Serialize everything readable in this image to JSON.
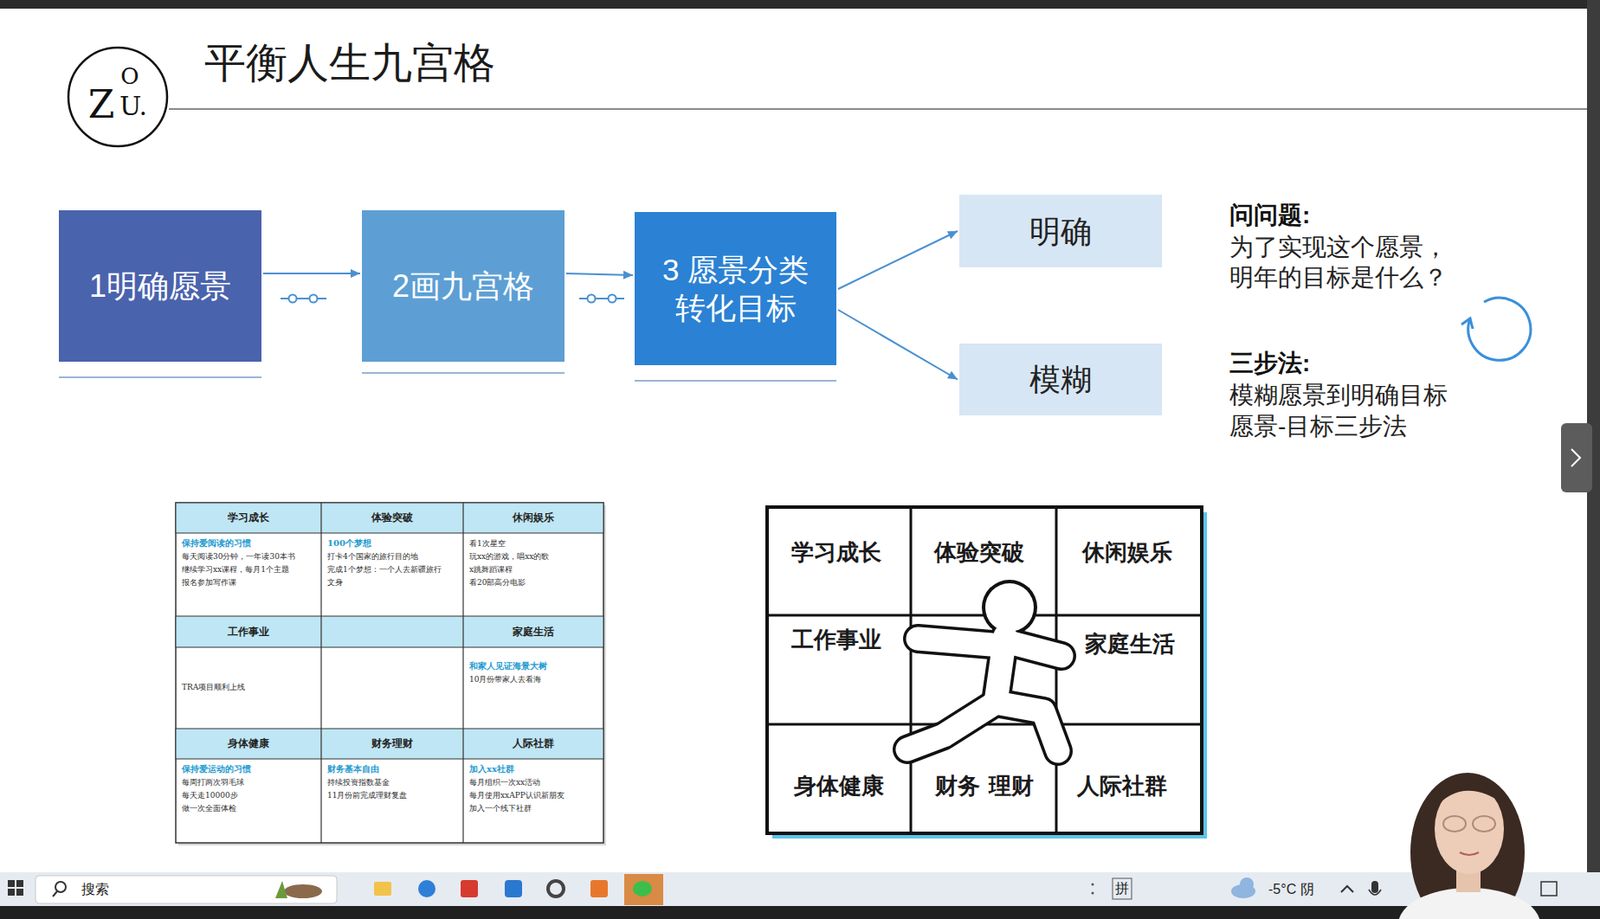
{
  "diagram": {
    "title": "平衡人生九宫格",
    "nodes": [
      {
        "text": [
          "1明确愿景"
        ]
      },
      {
        "text": [
          "2画九宫格"
        ]
      },
      {
        "text": [
          "3 愿景分类 转化目标"
        ]
      },
      {
        "text": [
          "明确"
        ]
      },
      {
        "text": [
          "模糊"
        ]
      }
    ],
    "edges": [
      {
        "from": 0,
        "to": 1,
        "arrow": "to"
      },
      {
        "from": 1,
        "to": 2,
        "arrow": "to"
      },
      {
        "from": 2,
        "to": 3,
        "arrow": "to"
      },
      {
        "from": 2,
        "to": 4,
        "arrow": "to"
      }
    ],
    "labels": [
      "O",
      "Z",
      "U.",
      "问问题:",
      "为了实现这个愿景，",
      "明年的目标是什么？",
      "三步法:",
      "模糊愿景到明确目标",
      "愿景-目标三步法",
      "学习成长",
      "体验突破",
      "休闲娱乐",
      "保持爱阅读的习惯",
      "每天阅读30分钟，一年读30本书",
      "继续学习xx课程，每月1个主题",
      "报名参加写作课",
      "100个梦想",
      "打卡4个国家的旅行目的地",
      "完成1个梦想：一个人去新疆旅行",
      "文身",
      "看1次星空",
      "玩xx的游戏，唱xx的歌",
      "x跳舞蹈课程",
      "看20部高分电影",
      "工作事业",
      "家庭生活",
      "TRA项目顺利上线",
      "和家人见证海景大树",
      "10月份带家人去看海",
      "身体健康",
      "财务理财",
      "人际社群",
      "保持爱运动的习惯",
      "每周打两次羽毛球",
      "每天走10000步",
      "做一次全面体检",
      "财务基本自由",
      "持续投资指数基金",
      "11月份前完成理财复盘",
      "加入xx社群",
      "每月组织一次xx活动",
      "每月使用xxAPP认识新朋友",
      "加入一个线下社群",
      "学习成长",
      "体验突破",
      "休闲娱乐",
      "工作事业",
      "家庭生活",
      "身体健康",
      "财务 理财",
      "人际社群",
      "搜索",
      "拼",
      "-5°C 阴"
    ]
  }
}
